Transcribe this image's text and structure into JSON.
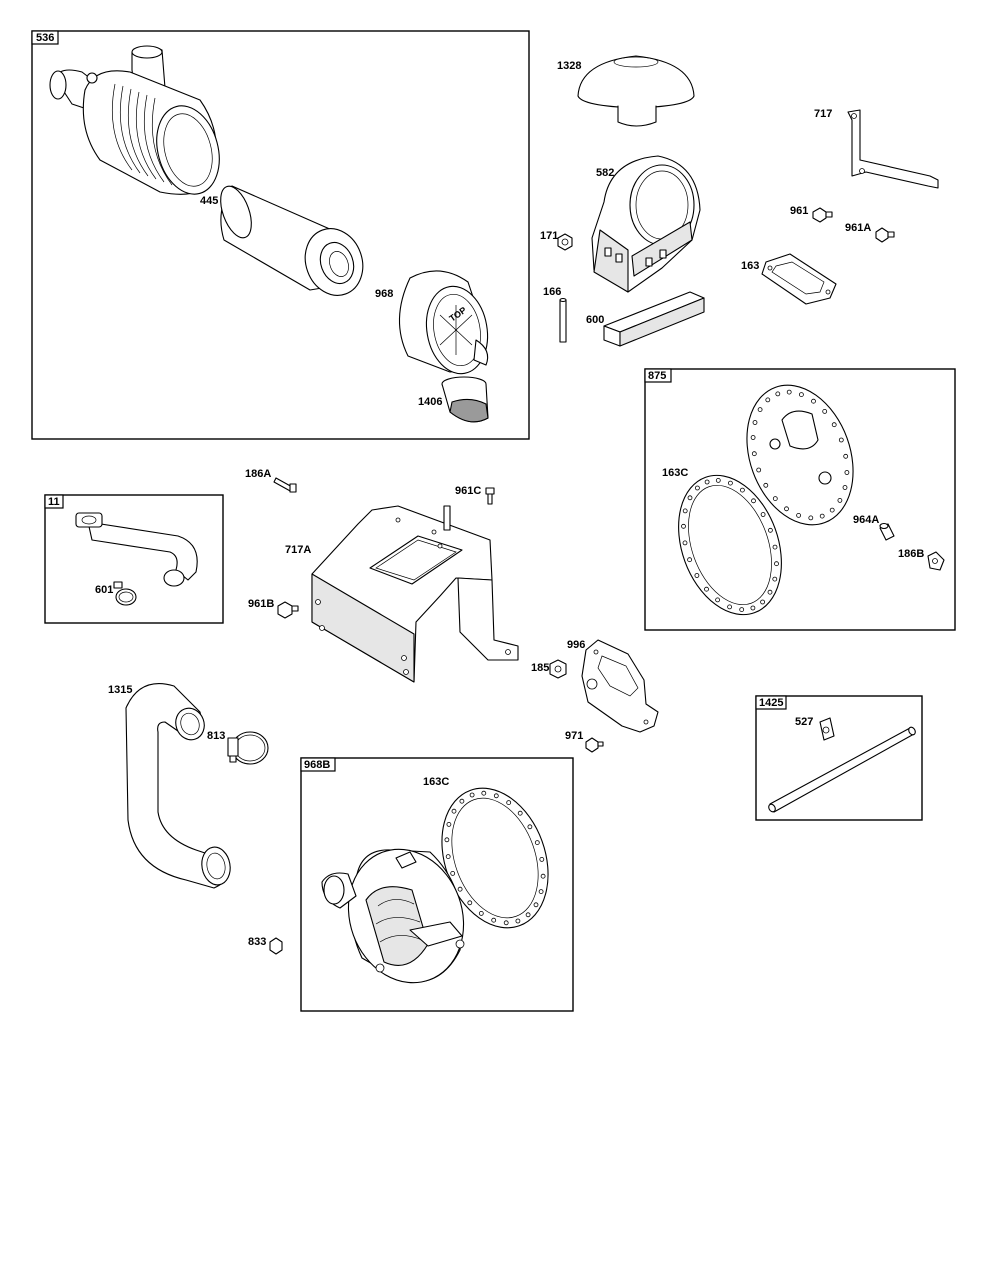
{
  "groups": {
    "g536": "536",
    "g11": "11",
    "g875": "875",
    "g1425": "1425",
    "g968B": "968B"
  },
  "parts": {
    "p445": "445",
    "p968": "968",
    "p1406": "1406",
    "p1328": "1328",
    "p582": "582",
    "p717": "717",
    "p961": "961",
    "p961A": "961A",
    "p171": "171",
    "p163": "163",
    "p166": "166",
    "p600": "600",
    "p163C_top": "163C",
    "p964A": "964A",
    "p186B": "186B",
    "p186A": "186A",
    "p961C": "961C",
    "p717A": "717A",
    "p961B": "961B",
    "p601": "601",
    "p996": "996",
    "p185": "185",
    "p971": "971",
    "p1315": "1315",
    "p813": "813",
    "p527": "527",
    "p163C_bottom": "163C",
    "p833": "833"
  }
}
